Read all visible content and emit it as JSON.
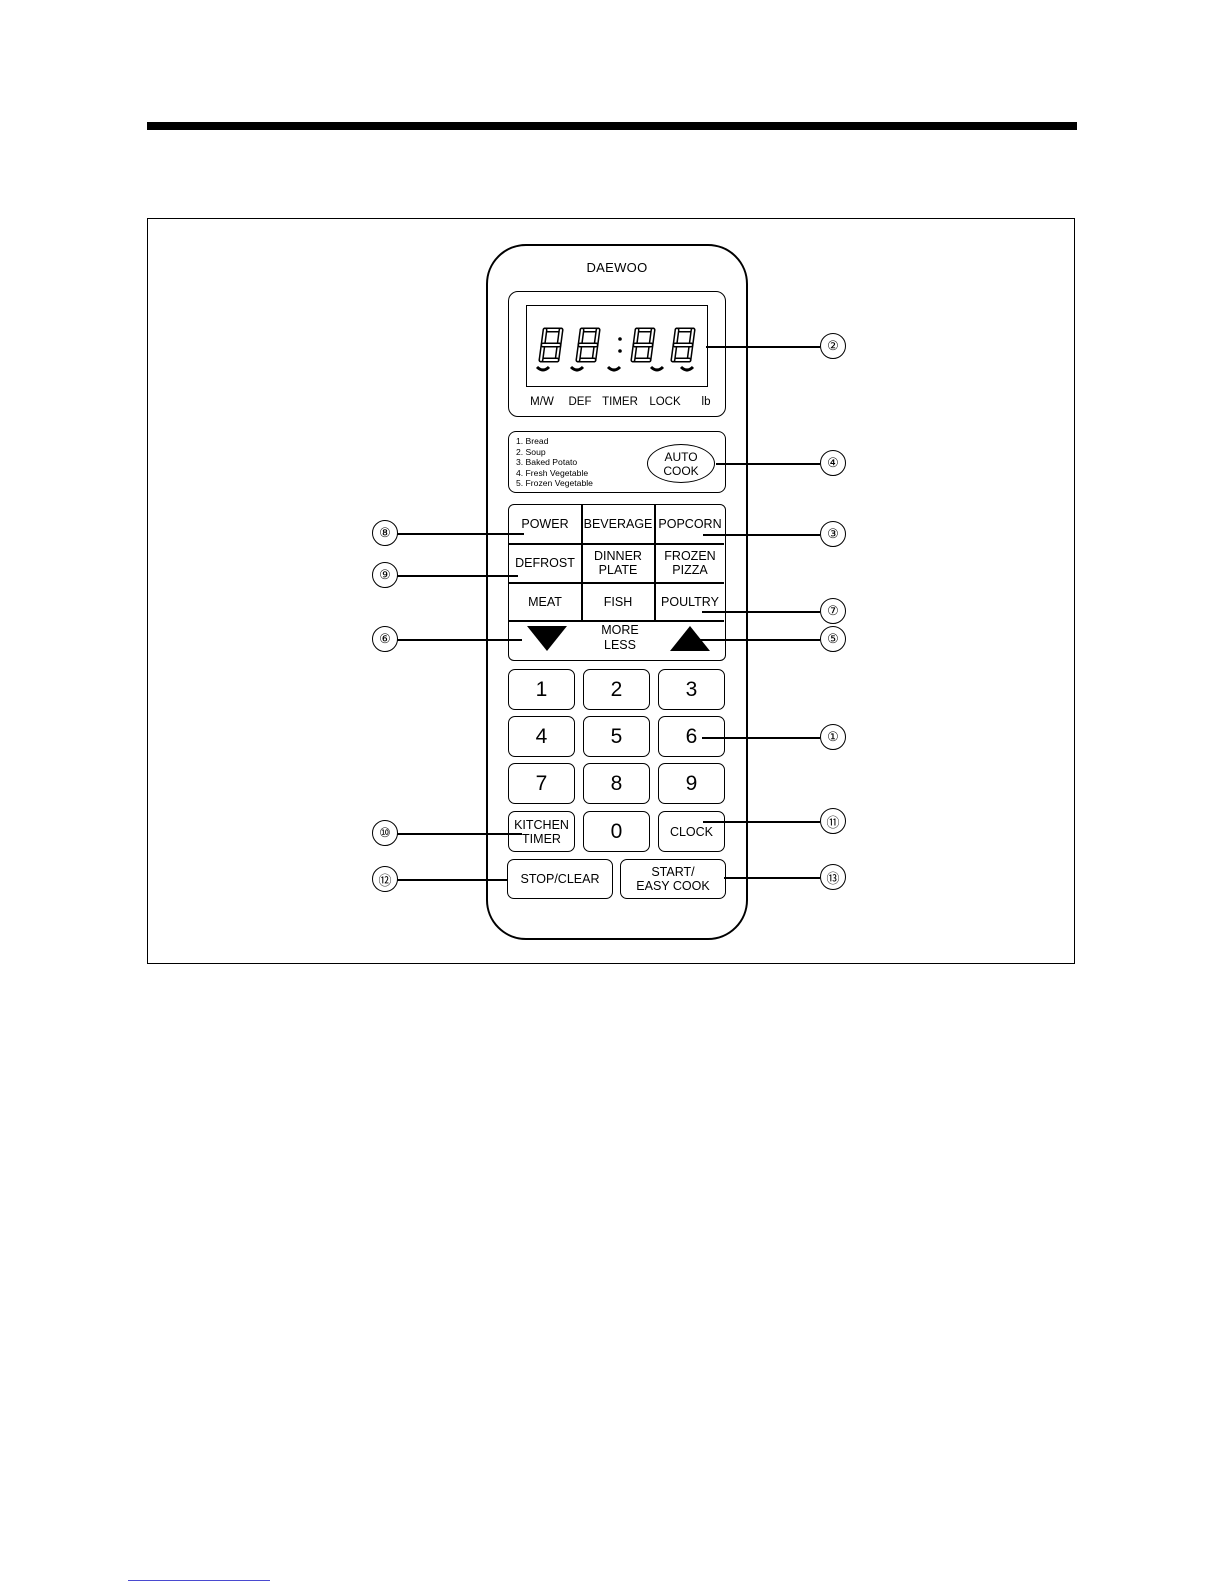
{
  "panel": {
    "brand": "DAEWOO",
    "display": {
      "digits": [
        "8",
        "8",
        "8",
        "8"
      ],
      "separator": ":",
      "indicators": [
        "M/W",
        "DEF",
        "TIMER",
        "LOCK",
        "lb"
      ]
    },
    "auto_cook": {
      "menu": [
        "1. Bread",
        "2. Soup",
        "3. Baked Potato",
        "4. Fresh Vegetable",
        "5. Frozen Vegetable"
      ],
      "button": [
        "AUTO",
        "COOK"
      ]
    },
    "function_grid": [
      [
        [
          "POWER"
        ],
        [
          "BEVERAGE"
        ],
        [
          "POPCORN"
        ]
      ],
      [
        [
          "DEFROST"
        ],
        [
          "DINNER",
          "PLATE"
        ],
        [
          "FROZEN",
          "PIZZA"
        ]
      ],
      [
        [
          "MEAT"
        ],
        [
          "FISH"
        ],
        [
          "POULTRY"
        ]
      ]
    ],
    "more_less": [
      "MORE",
      "LESS"
    ],
    "keypad": [
      [
        [
          "1"
        ],
        [
          "2"
        ],
        [
          "3"
        ]
      ],
      [
        [
          "4"
        ],
        [
          "5"
        ],
        [
          "6"
        ]
      ],
      [
        [
          "7"
        ],
        [
          "8"
        ],
        [
          "9"
        ]
      ],
      [
        [
          "KITCHEN",
          "TIMER"
        ],
        [
          "0"
        ],
        [
          "CLOCK"
        ]
      ]
    ],
    "bottom": {
      "stop": [
        "STOP/CLEAR"
      ],
      "start": [
        "START/",
        "EASY COOK"
      ]
    }
  },
  "callouts": [
    "①",
    "②",
    "③",
    "④",
    "⑤",
    "⑥",
    "⑦",
    "⑧",
    "⑨",
    "⑩",
    "⑪",
    "⑫",
    "⑬"
  ],
  "colors": {
    "ink": "#000000",
    "paper": "#ffffff"
  }
}
